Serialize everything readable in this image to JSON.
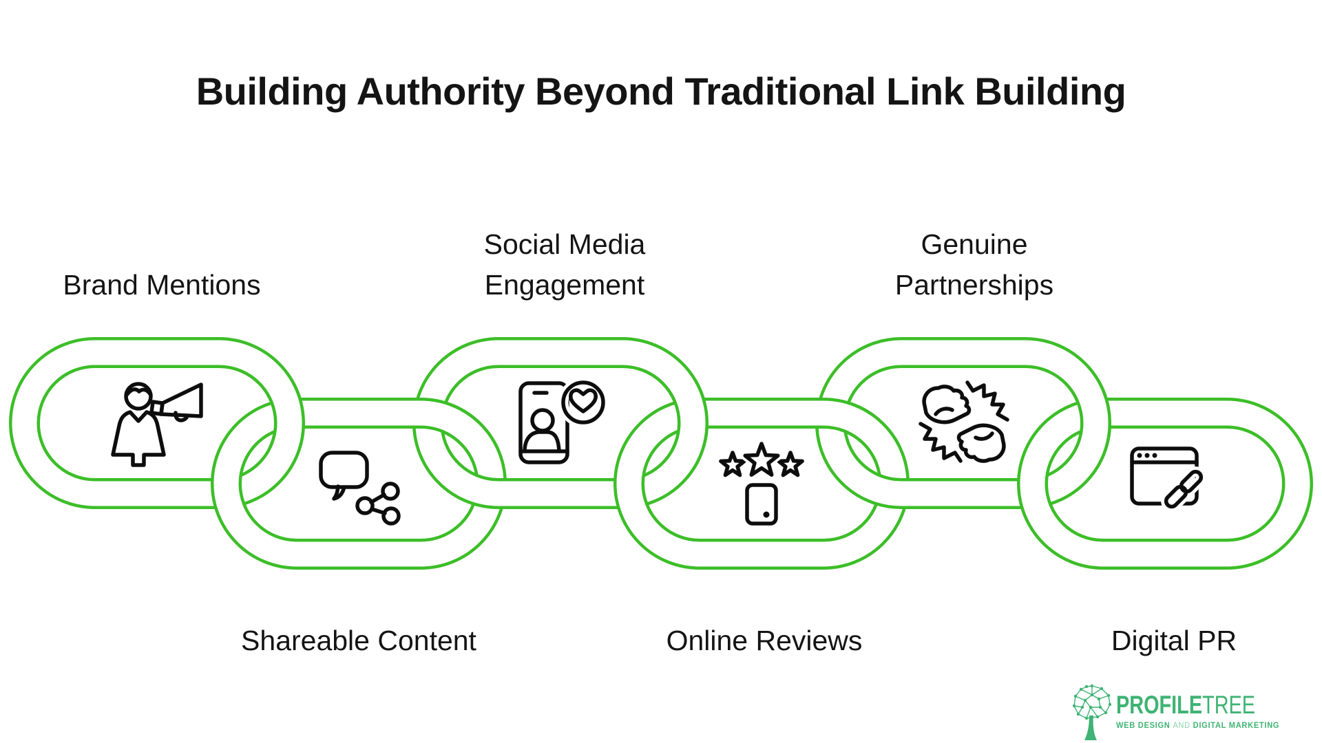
{
  "title": "Building Authority Beyond Traditional Link Building",
  "items": [
    {
      "label": "Brand Mentions",
      "icon": "person-megaphone",
      "row": "top"
    },
    {
      "label": "Shareable Content",
      "icon": "speech-bubble-share",
      "row": "bottom"
    },
    {
      "label": "Social Media Engagement",
      "icon": "phone-heart",
      "row": "top"
    },
    {
      "label": "Online Reviews",
      "icon": "stars-phone",
      "row": "bottom"
    },
    {
      "label": "Genuine Partnerships",
      "icon": "fist-bump",
      "row": "top"
    },
    {
      "label": "Digital PR",
      "icon": "browser-link",
      "row": "bottom"
    }
  ],
  "logo": {
    "brand_bold": "PROFILE",
    "brand_light": "TREE",
    "tagline_bold_1": "WEB DESIGN",
    "tagline_light": "AND",
    "tagline_bold_2": "DIGITAL MARKETING",
    "icon": "tree-network"
  },
  "colors": {
    "chain_green": "#3CBE28",
    "icon_black": "#0d0d0d",
    "text_black": "#141414",
    "logo_green": "#3EB373",
    "logo_green_light": "#8AD1AE",
    "background": "#FFFFFF"
  }
}
